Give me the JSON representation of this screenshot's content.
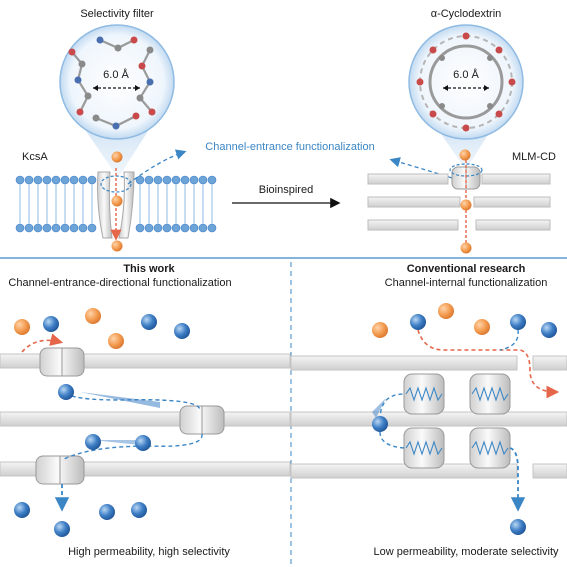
{
  "top": {
    "left_title": "Selectivity filter",
    "right_title": "α-Cyclodextrin",
    "left_distance": "6.0 Å",
    "right_distance": "6.0 Å",
    "left_label": "KcsA",
    "right_label": "MLM-CD",
    "center_arrow_label": "Bioinspired",
    "functionalization_label": "Channel-entrance functionalization"
  },
  "bottom_left": {
    "title": "This work",
    "subtitle": "Channel-entrance-directional functionalization",
    "caption": "High permeability, high selectivity"
  },
  "bottom_right": {
    "title": "Conventional research",
    "subtitle": "Channel-internal functionalization",
    "caption": "Low permeability, moderate selectivity"
  },
  "colors": {
    "orange_ion": "#f0a05a",
    "blue_ion": "#3f7fc6",
    "accent_blue": "#3b86c5",
    "arrow_red": "#e5664a",
    "membrane": "#e2e2e2"
  }
}
